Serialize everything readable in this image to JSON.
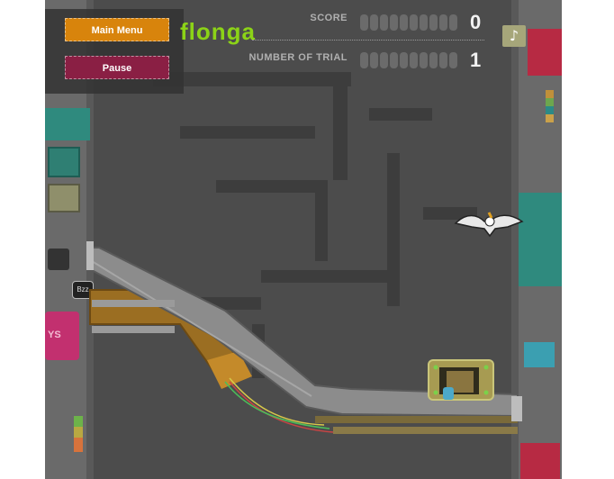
{
  "menu": {
    "main_menu_label": "Main Menu",
    "pause_label": "Pause",
    "main_menu_color": "#d8840c",
    "pause_color": "#8a1f44"
  },
  "brand": {
    "logo_text": "flonga",
    "logo_color": "#8cd317"
  },
  "hud": {
    "score_label": "SCORE",
    "score_value": "0",
    "trials_label": "NUMBER OF TRIAL",
    "trials_value": "1"
  },
  "music": {
    "icon": "music-note-icon",
    "glyph": "♪"
  },
  "panels": {
    "left_badge_text": "YS",
    "left_label_text": "Bzz"
  }
}
